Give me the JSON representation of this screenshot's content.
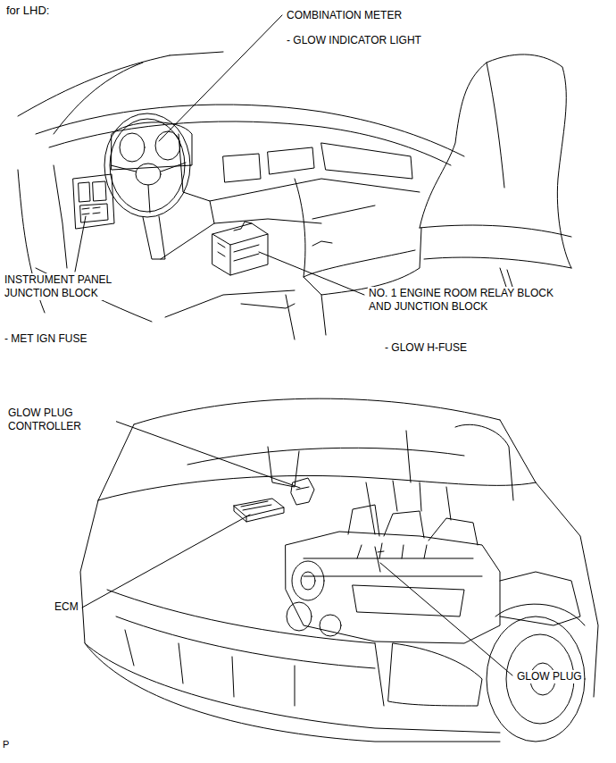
{
  "diagram": {
    "labels": [
      "for LHD:",
      "COMBINATION METER",
      "- GLOW INDICATOR LIGHT",
      "INSTRUMENT PANEL JUNCTION BLOCK",
      "NO. 1 ENGINE ROOM RELAY BLOCK AND JUNCTION BLOCK",
      "- MET IGN FUSE",
      "- GLOW H-FUSE",
      "GLOW PLUG CONTROLLER",
      "ECM",
      "GLOW PLUG",
      "P"
    ]
  }
}
